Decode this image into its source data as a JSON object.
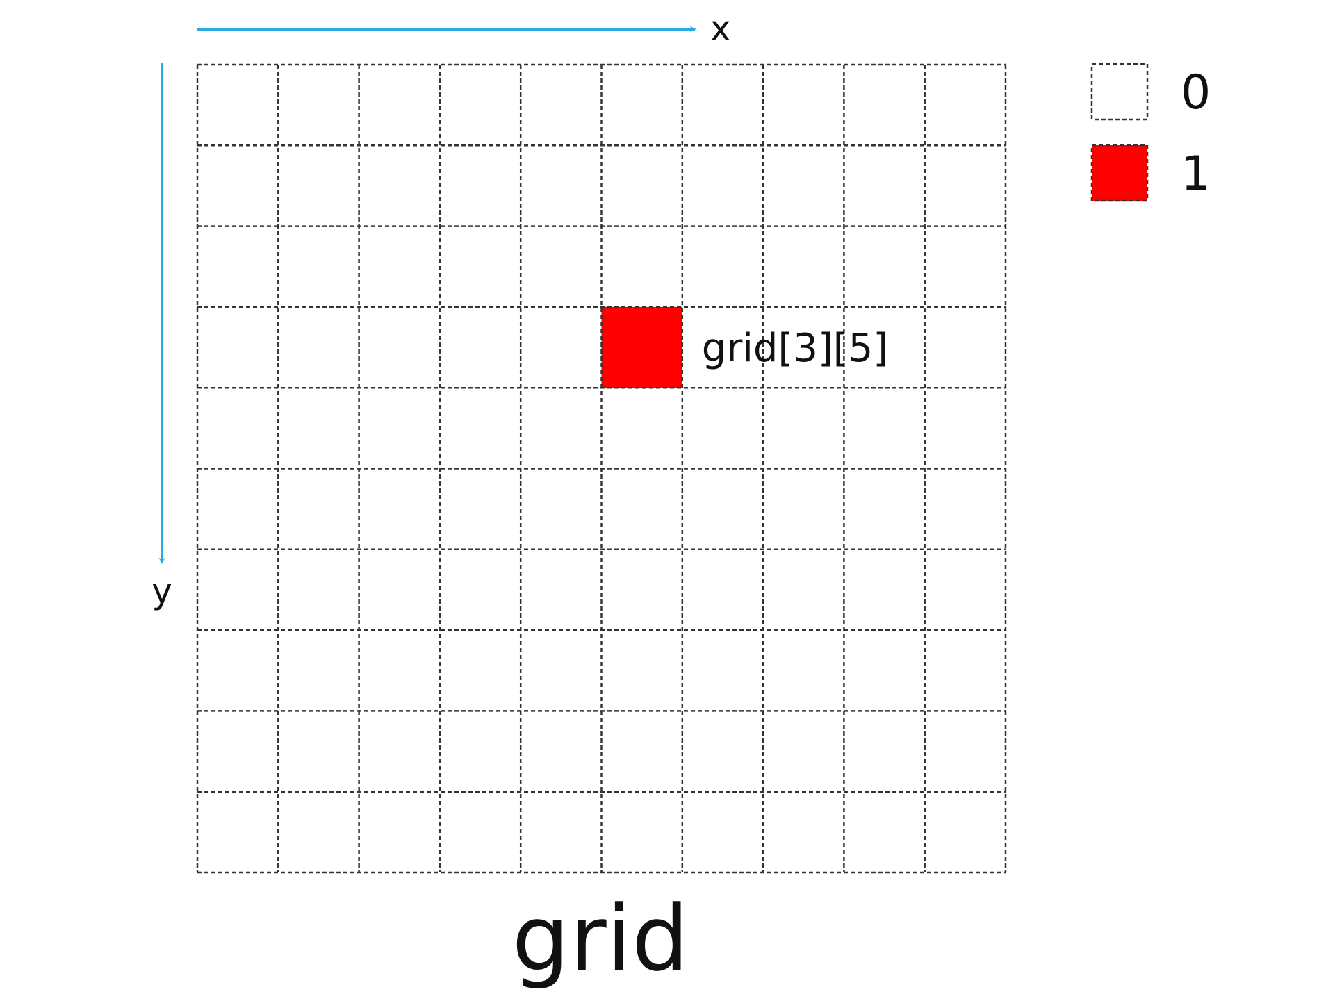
{
  "axes": {
    "x_label": "x",
    "y_label": "y",
    "arrow_color": "#29ABE2"
  },
  "grid": {
    "rows": 10,
    "cols": 10,
    "line_color": "#333333",
    "empty_color": "#FFFFFF",
    "filled_color": "#FF0000",
    "filled_cells": [
      {
        "row": 3,
        "col": 5,
        "label": "grid[3][5]"
      }
    ]
  },
  "legend": {
    "items": [
      {
        "value_label": "0",
        "state": "empty"
      },
      {
        "value_label": "1",
        "state": "filled"
      }
    ]
  },
  "caption": "grid"
}
